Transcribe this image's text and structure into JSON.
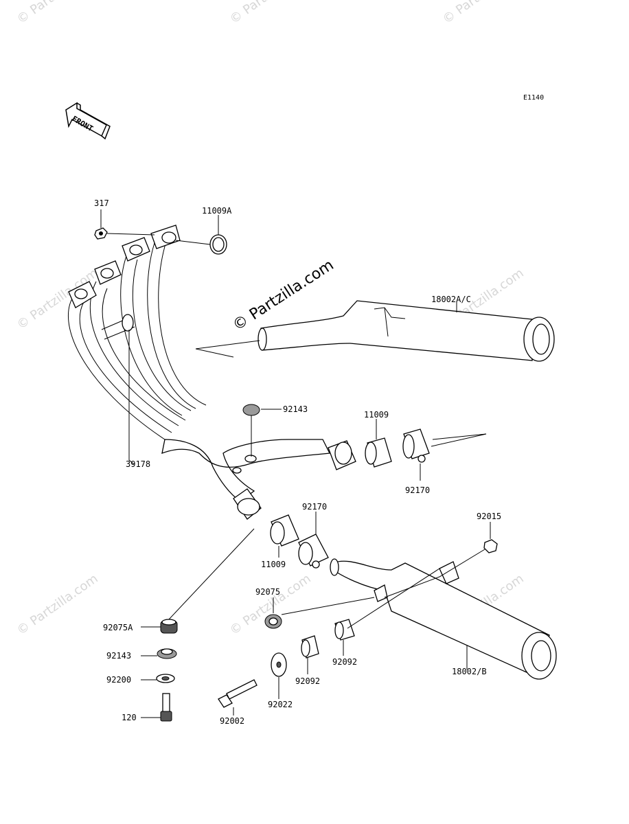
{
  "diagram_code": "E1140",
  "front_label": "FRONT",
  "watermarks": {
    "small": "© Partzilla.com",
    "big": "© Partzilla.com"
  },
  "parts": {
    "p317": "317",
    "p11009A": "11009A",
    "p18002AC": "18002A/C",
    "p92143_top": "92143",
    "p11009_right": "11009",
    "p39178": "39178",
    "p92170_right": "92170",
    "p92170_mid": "92170",
    "p11009_mid": "11009",
    "p92015": "92015",
    "p92075": "92075",
    "p92075A": "92075A",
    "p92143_bottom": "92143",
    "p92200": "92200",
    "p120": "120",
    "p92022": "92022",
    "p92092_left": "92092",
    "p92092_right": "92092",
    "p18002B": "18002/B",
    "p92002": "92002"
  }
}
